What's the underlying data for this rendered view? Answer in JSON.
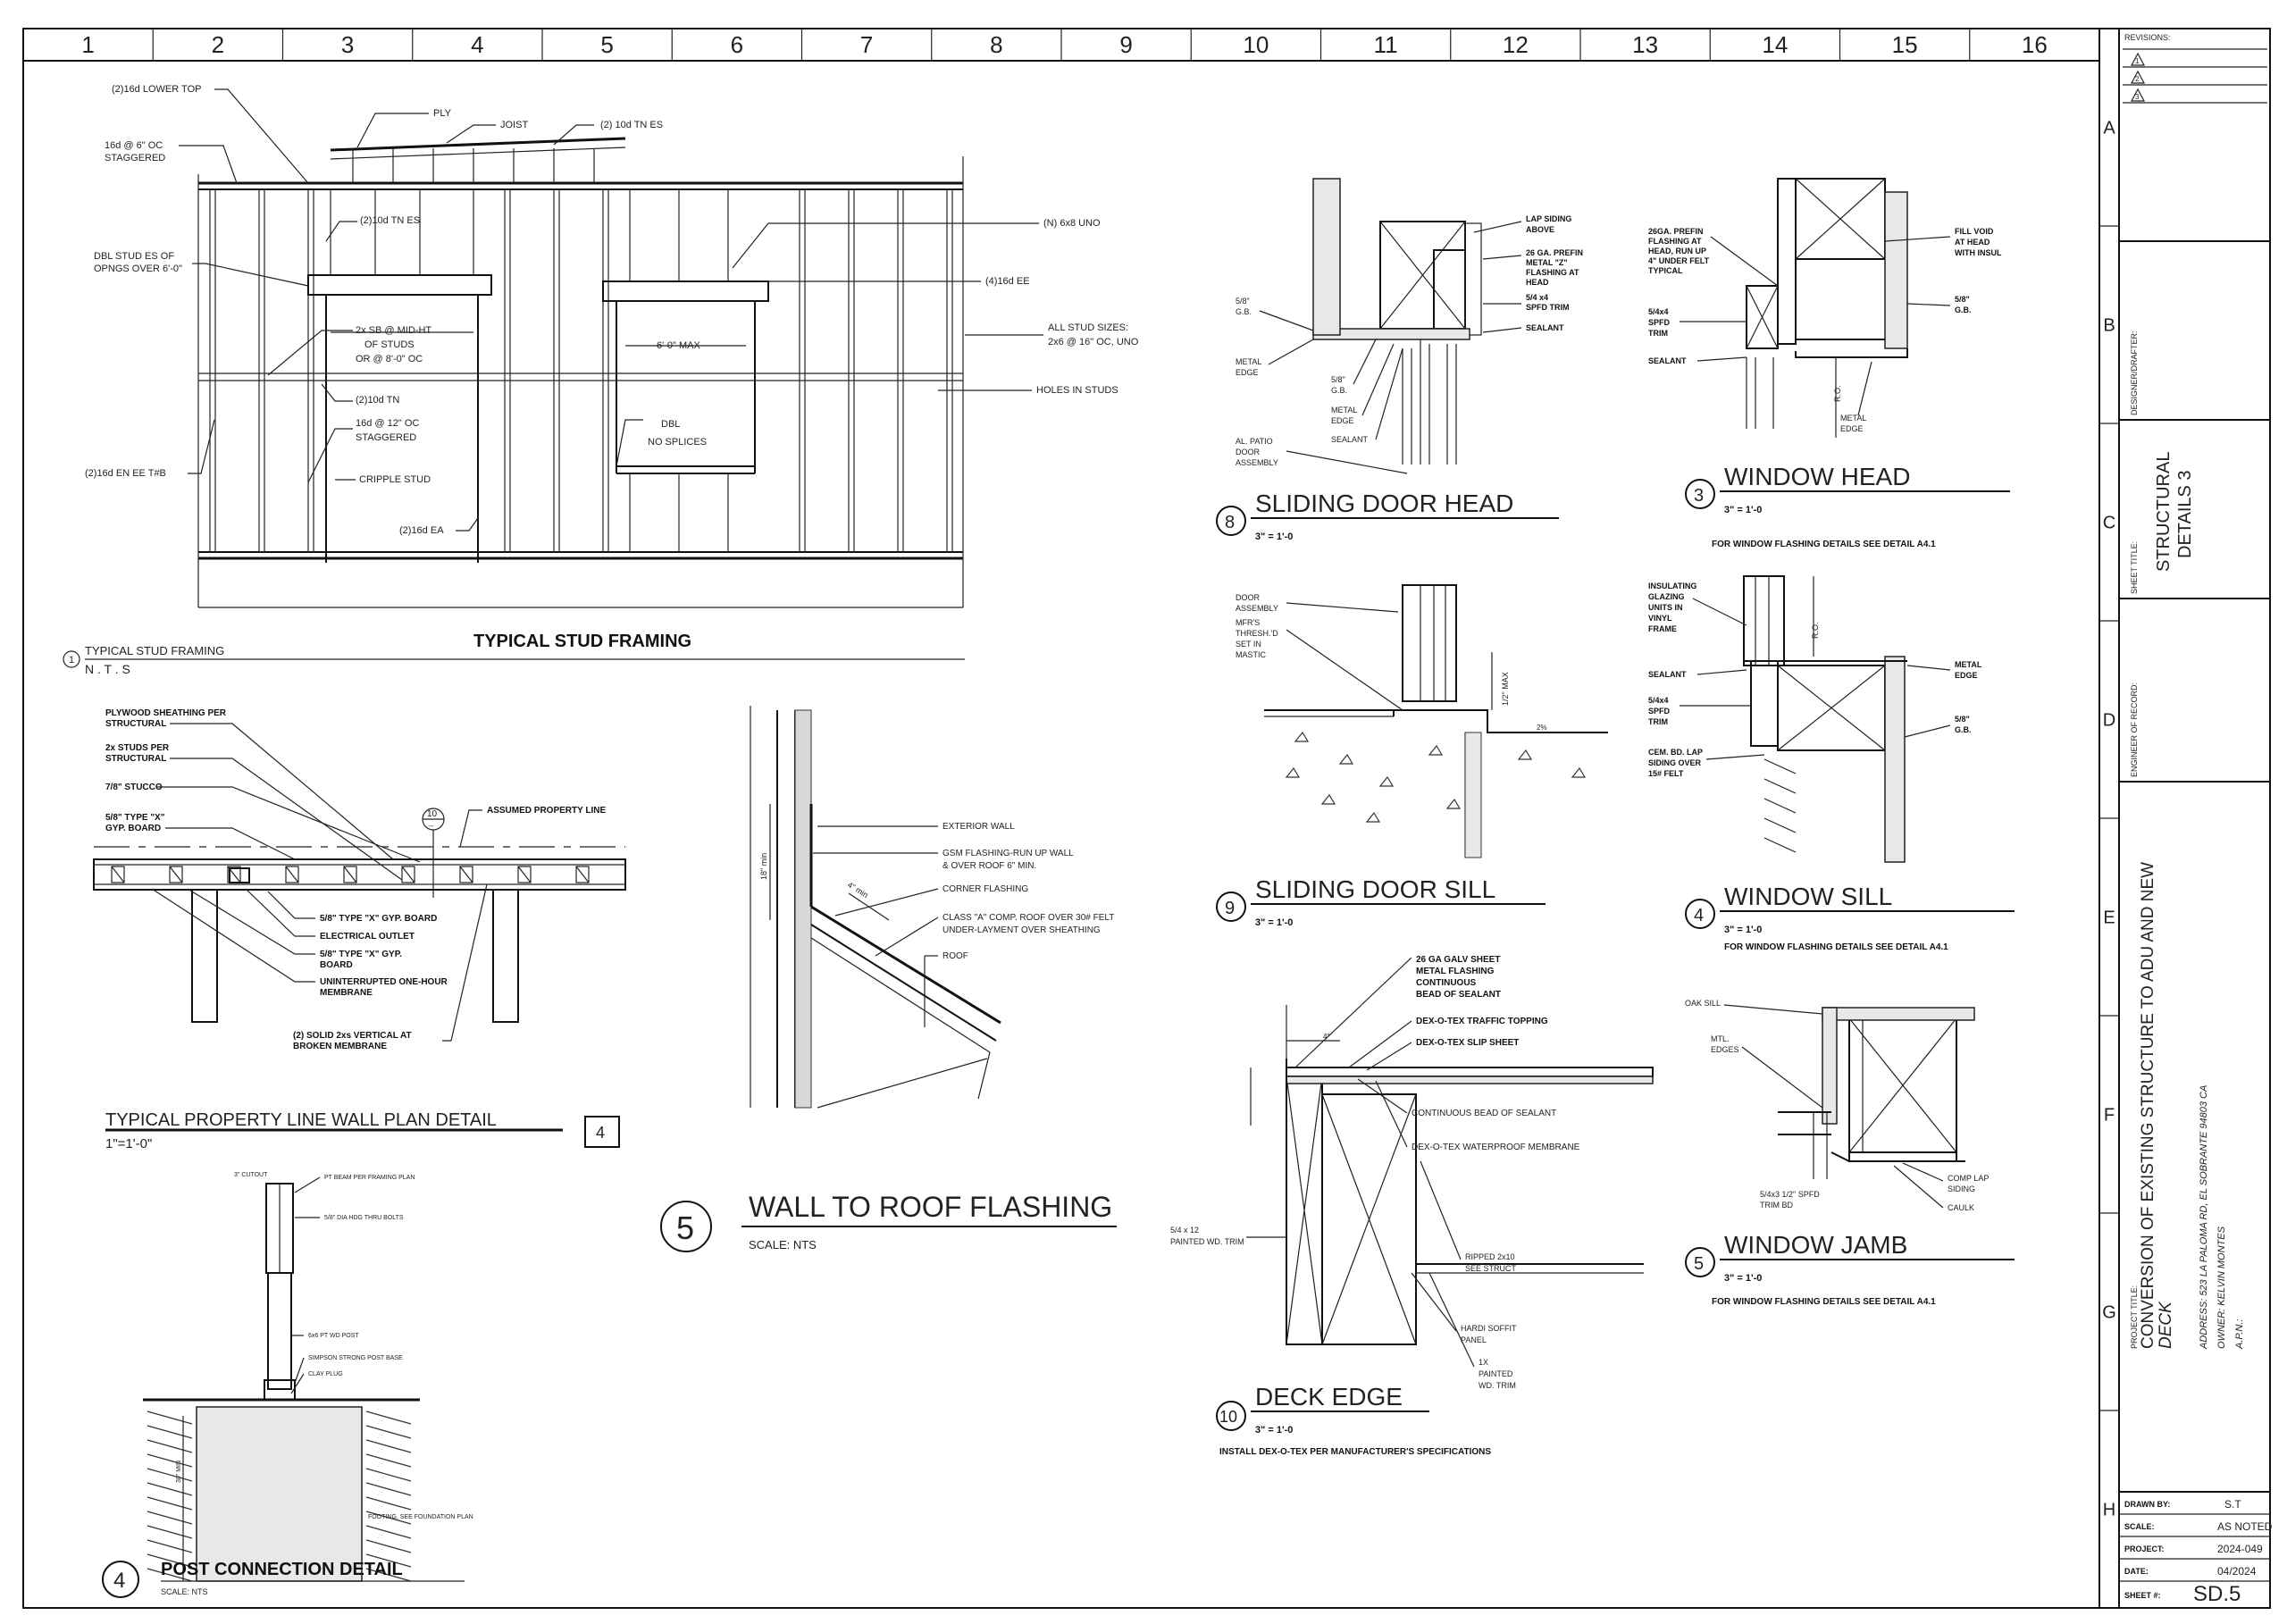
{
  "grid": {
    "columns": [
      "1",
      "2",
      "3",
      "4",
      "5",
      "6",
      "7",
      "8",
      "9",
      "10",
      "11",
      "12",
      "13",
      "14",
      "15",
      "16"
    ],
    "rows": [
      "A",
      "B",
      "C",
      "D",
      "E",
      "F",
      "G",
      "H"
    ]
  },
  "title_block": {
    "revisions_label": "REVISIONS:",
    "revisions": [
      "1",
      "2",
      "3"
    ],
    "designer_label": "DESIGNER/DRAFTER:",
    "sheet_title_label": "SHEET TITLE:",
    "sheet_title_line1": "STRUCTURAL",
    "sheet_title_line2": "DETAILS 3",
    "engineer_label": "ENGINEER OF RECORD:",
    "project_title_label": "PROJECT TITLE:",
    "project_title_line1": "CONVERSION OF EXISTING STRUCTURE TO ADU  AND  NEW",
    "project_title_line2": "DECK",
    "address": "ADDRESS:   523 LA PALOMA RD, EL SOBRANTE 94803 CA",
    "owner": "OWNER:      KELVIN MONTES",
    "apn": "A.P.N.:",
    "drawn_by_label": "DRAWN BY:",
    "drawn_by": "S.T",
    "scale_label": "SCALE:",
    "scale": "AS NOTED",
    "project_label": "PROJECT:",
    "project": "2024-049",
    "date_label": "DATE:",
    "date": "04/2024",
    "sheet_label": "SHEET #:",
    "sheet": "SD.5"
  },
  "details": {
    "stud_framing": {
      "title": "TYPICAL STUD FRAMING",
      "ref_number": "1",
      "ref_title": "TYPICAL STUD FRAMING",
      "scale": "N . T . S",
      "notes": {
        "lower_top": "(2)16d LOWER TOP",
        "ply": "PLY",
        "joist": "JOIST",
        "tn_es_top": "(2) 10d TN ES",
        "oc6": "16d @ 6\" OC",
        "staggered1": "STAGGERED",
        "tn_es": "(2)10d TN ES",
        "n6x8": "(N) 6x8 UNO",
        "dbl_studs1": "DBL STUD ES OF",
        "dbl_studs2": "OPNGS OVER 6'-0\"",
        "ee4": "(4)16d EE",
        "midht1": "2x SB @ MID-HT",
        "midht2": "OF STUDS",
        "midht3": "OR @ 8'-0\" OC",
        "six_max": "6'-0\" MAX",
        "stud_sizes1": "ALL STUD SIZES:",
        "stud_sizes2": "2x6 @ 16\" OC, UNO",
        "tn": "(2)10d TN",
        "holes": "HOLES IN STUDS",
        "oc12": "16d @ 12\" OC",
        "staggered2": "STAGGERED",
        "dbl": "DBL",
        "no_splices": "NO SPLICES",
        "en_ee": "(2)16d EN EE T#B",
        "cripple": "CRIPPLE    STUD",
        "ea": "(2)16d EA"
      }
    },
    "property_line": {
      "title": "TYPICAL PROPERTY LINE WALL PLAN DETAIL",
      "scale": "1\"=1'-0\"",
      "number": "4",
      "callout_top": "10",
      "callout_bottom": "--",
      "notes": {
        "ply1": "PLYWOOD SHEATHING PER",
        "ply2": "STRUCTURAL",
        "studs1": "2x STUDS PER",
        "studs2": "STRUCTURAL",
        "stucco": "7/8\" STUCCO",
        "gyp1": "5/8\" TYPE \"X\"",
        "gyp2": "GYP. BOARD",
        "assumed": "ASSUMED PROPERTY LINE",
        "gyp_board": "5/8\" TYPE \"X\" GYP. BOARD",
        "outlet": "ELECTRICAL OUTLET",
        "gyp3": "5/8\" TYPE \"X\" GYP.",
        "gyp4": "BOARD",
        "membrane1": "UNINTERRUPTED ONE-HOUR",
        "membrane2": "MEMBRANE",
        "solid1": "(2) SOLID 2xs VERTICAL AT",
        "solid2": "BROKEN MEMBRANE"
      }
    },
    "post_connection": {
      "number": "4",
      "title": "POST CONNECTION DETAIL",
      "scale": "SCALE:   NTS",
      "notes": {
        "cutout": "3\" CUTOUT",
        "beam": "PT BEAM PER FRAMING PLAN",
        "bolts": "5/8\" DIA HDG THRU BOLTS",
        "post": "6x6 PT WD POST",
        "base": "SIMPSON STRONG POST BASE",
        "clay": "CLAY PLUG",
        "footing": "FOOTING, SEE FOUNDATION PLAN",
        "min": "30\" MIN"
      }
    },
    "wall_roof": {
      "number": "5",
      "title": "WALL TO ROOF FLASHING",
      "scale": "SCALE:   NTS",
      "notes": {
        "ext_wall": "EXTERIOR WALL",
        "gsm1": "GSM FLASHING-RUN UP WALL",
        "gsm2": "& OVER ROOF 6\" MIN.",
        "corner": "CORNER FLASHING",
        "class1": "CLASS \"A\" COMP. ROOF OVER 30# FELT",
        "class2": "UNDER-LAYMENT OVER SHEATHING",
        "roof": "ROOF",
        "min18": "18\" min",
        "min4": "4\" min"
      }
    },
    "sliding_door_head": {
      "number": "8",
      "title": "SLIDING DOOR HEAD",
      "scale": "3\" = 1'-0",
      "notes": {
        "lap1": "LAP SIDING",
        "lap2": "ABOVE",
        "ga1": "26 GA. PREFIN",
        "ga2": "METAL \"Z\"",
        "ga3": "FLASHING AT",
        "ga4": "HEAD",
        "trim1": "5/4 x4",
        "trim2": "SPFD TRIM",
        "sealant": "SEALANT",
        "gb1": "5/8\"",
        "gb2": "G.B.",
        "metal1": "METAL",
        "metal2": "EDGE",
        "gb3": "5/8\"",
        "gb4": "G.B.",
        "metal3": "METAL",
        "metal4": "EDGE",
        "sealant2": "SEALANT",
        "patio1": "AL. PATIO",
        "patio2": "DOOR",
        "patio3": "ASSEMBLY"
      }
    },
    "sliding_door_sill": {
      "number": "9",
      "title": "SLIDING DOOR SILL",
      "scale": "3\" = 1'-0",
      "notes": {
        "door1": "DOOR",
        "door2": "ASSEMBLY",
        "mfr1": "MFR'S",
        "mfr2": "THRESH.'D",
        "mfr3": "SET IN",
        "mfr4": "MASTIC",
        "max": "1/2\" MAX",
        "slope": "2%"
      }
    },
    "deck_edge": {
      "number": "10",
      "title": "DECK EDGE",
      "scale": "3\" = 1'-0",
      "note": "INSTALL DEX-O-TEX PER MANUFACTURER'S SPECIFICATIONS",
      "notes": {
        "galv1": "26 GA GALV SHEET",
        "galv2": "METAL FLASHING",
        "galv3": "CONTINUOUS",
        "galv4": "BEAD OF SEALANT",
        "traffic": "DEX-O-TEX TRAFFIC TOPPING",
        "slip": "DEX-O-TEX SLIP SHEET",
        "cont_bead": "CONTINUOUS BEAD OF SEALANT",
        "waterproof": "DEX-O-TEX WATERPROOF MEMBRANE",
        "trim1": "5/4 x 12",
        "trim2": "PAINTED WD. TRIM",
        "ripped1": "RIPPED 2x10",
        "ripped2": "SEE STRUCT",
        "hardi1": "HARDI SOFFIT",
        "hardi2": "PANEL",
        "painted1": "1X",
        "painted2": "PAINTED",
        "painted3": "WD. TRIM",
        "dim": "4\""
      }
    },
    "window_head": {
      "number": "3",
      "title": "WINDOW HEAD",
      "scale": "3\" = 1'-0",
      "note": "FOR WINDOW FLASHING DETAILS SEE DETAIL A4.1",
      "notes": {
        "ga1": "26GA. PREFIN",
        "ga2": "FLASHING AT",
        "ga3": "HEAD, RUN UP",
        "ga4": "4\" UNDER FELT",
        "ga5": "TYPICAL",
        "fill1": "FILL VOID",
        "fill2": "AT HEAD",
        "fill3": "WITH INSUL",
        "trim1": "5/4x4",
        "trim2": "SPFD",
        "trim3": "TRIM",
        "gb1": "5/8\"",
        "gb2": "G.B.",
        "sealant": "SEALANT",
        "ro": "R.O.",
        "metal1": "METAL",
        "metal2": "EDGE"
      }
    },
    "window_sill": {
      "number": "4",
      "title": "WINDOW SILL",
      "scale": "3\" = 1'-0",
      "note": "FOR WINDOW FLASHING DETAILS SEE DETAIL A4.1",
      "notes": {
        "ins1": "INSULATING",
        "ins2": "GLAZING",
        "ins3": "UNITS IN",
        "ins4": "VINYL",
        "ins5": "FRAME",
        "ro": "R.O.",
        "sealant": "SEALANT",
        "metal1": "METAL",
        "metal2": "EDGE",
        "trim1": "5/4x4",
        "trim2": "SPFD",
        "trim3": "TRIM",
        "gb1": "5/8\"",
        "gb2": "G.B.",
        "cem1": "CEM. BD. LAP",
        "cem2": "SIDING OVER",
        "cem3": "15# FELT"
      }
    },
    "window_jamb": {
      "number": "5",
      "title": "WINDOW JAMB",
      "scale": "3\" = 1'-0",
      "note": "FOR WINDOW FLASHING DETAILS SEE DETAIL A4.1",
      "notes": {
        "oak": "OAK SILL",
        "mtl1": "MTL.",
        "mtl2": "EDGES",
        "comp1": "COMP LAP",
        "comp2": "SIDING",
        "caulk": "CAULK",
        "trim1": "5/4x3 1/2\" SPFD",
        "trim2": "TRIM BD"
      }
    }
  }
}
